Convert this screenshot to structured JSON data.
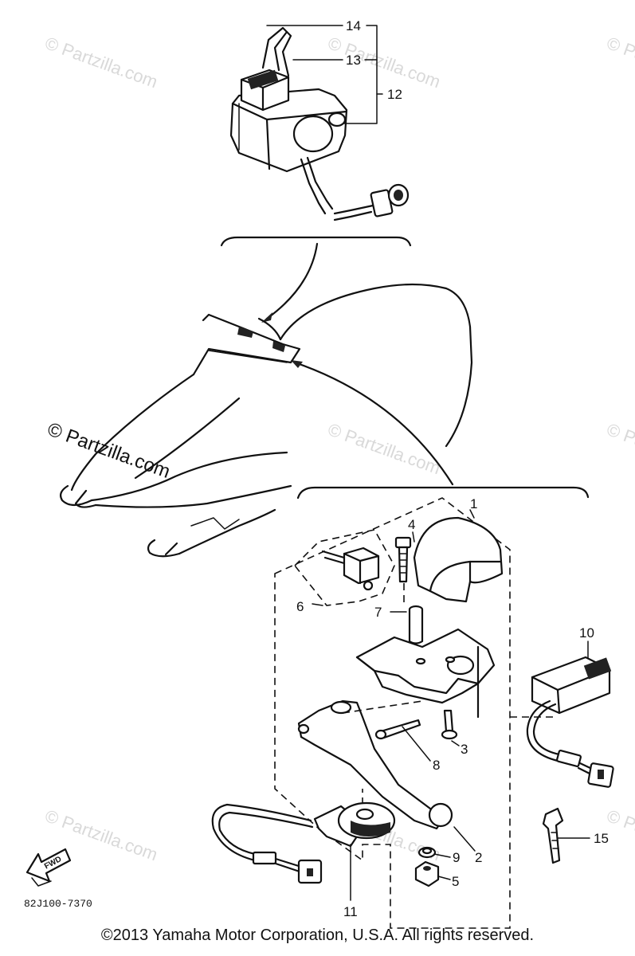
{
  "watermarks": {
    "faint": "© Partzilla.com",
    "strong": "© Partzilla.com"
  },
  "callouts": {
    "c1": "1",
    "c2": "2",
    "c3": "3",
    "c4": "4",
    "c5": "5",
    "c6": "6",
    "c7": "7",
    "c8": "8",
    "c9": "9",
    "c10": "10",
    "c11": "11",
    "c12": "12",
    "c13": "13",
    "c14": "14",
    "c15": "15"
  },
  "fwd_label": "FWD",
  "diagram_code": "82J100-7370",
  "copyright": "©2013 Yamaha Motor Corporation, U.S.A. All rights reserved.",
  "colors": {
    "ink": "#111111",
    "watermark": "#d9d9d9",
    "background": "#ffffff"
  }
}
